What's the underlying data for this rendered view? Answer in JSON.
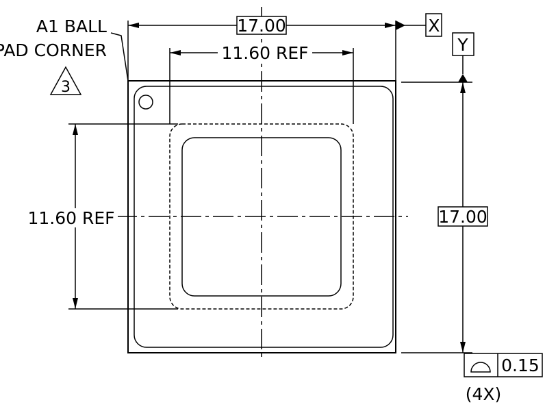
{
  "drawing": {
    "top_dimension": "17.00",
    "inner_top_dimension": "11.60 REF",
    "left_dimension": "11.60 REF",
    "right_dimension": "17.00",
    "datum_x": "X",
    "datum_y": "Y",
    "a1_label_line1": "A1 BALL",
    "a1_label_line2": "PAD CORNER",
    "note_number": "3",
    "tolerance_value": "0.15",
    "multiplier": "(4X)",
    "icons": [
      "note-triangle-icon",
      "profile-of-surface-icon",
      "arrowhead-icon",
      "a1-circle-marker-icon"
    ]
  }
}
